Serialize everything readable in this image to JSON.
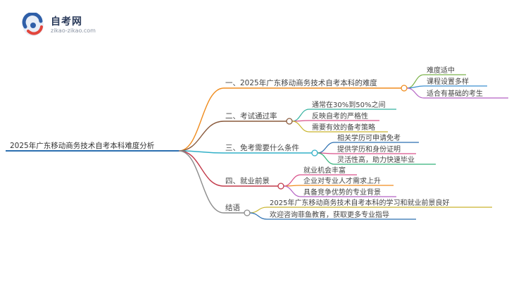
{
  "logo": {
    "title": "自考网",
    "domain": "zikao-zikao.com"
  },
  "mindmap": {
    "root": "2025年广东移动商务技术自考本科难度分析",
    "colors": {
      "root_line": "#2c6fb0",
      "node_fill": "#ffffff"
    },
    "branches": [
      {
        "label": "一、2025年广东移动商务技术自考本科的难度",
        "color": "#f08c1e",
        "children": [
          {
            "label": "难度适中",
            "color": "#7bb24a"
          },
          {
            "label": "课程设置多样",
            "color": "#3a8fd0"
          },
          {
            "label": "适合有基础的考生",
            "color": "#b462c4"
          }
        ]
      },
      {
        "label": "二、考试通过率",
        "color": "#8a5a3c",
        "children": [
          {
            "label": "通常在30%到50%之间",
            "color": "#35b2a0"
          },
          {
            "label": "反映自考的严格性",
            "color": "#d9508a"
          },
          {
            "label": "需要有效的备考策略",
            "color": "#c9b52e"
          }
        ]
      },
      {
        "label": "三、免考需要什么条件",
        "color": "#32b0c8",
        "children": [
          {
            "label": "相关学历可申请免考",
            "color": "#2c6fb0"
          },
          {
            "label": "提供学历和身份证明",
            "color": "#d9508a"
          },
          {
            "label": "灵活性高，助力快速毕业",
            "color": "#35b27a"
          }
        ]
      },
      {
        "label": "四、就业前景",
        "color": "#c23a4a",
        "children": [
          {
            "label": "就业机会丰富",
            "color": "#d9508a"
          },
          {
            "label": "企业对专业人才需求上升",
            "color": "#f08c1e"
          },
          {
            "label": "具备竞争优势的专业背景",
            "color": "#b462c4"
          }
        ]
      },
      {
        "label": "结语",
        "color": "#8c8c8c",
        "children": [
          {
            "label": "2025年广东移动商务技术自考本科的学习和就业前景良好",
            "color": "#c9b52e"
          },
          {
            "label": "欢迎咨询菲鱼教育，获取更多专业指导",
            "color": "#2c6fb0"
          }
        ]
      }
    ]
  }
}
